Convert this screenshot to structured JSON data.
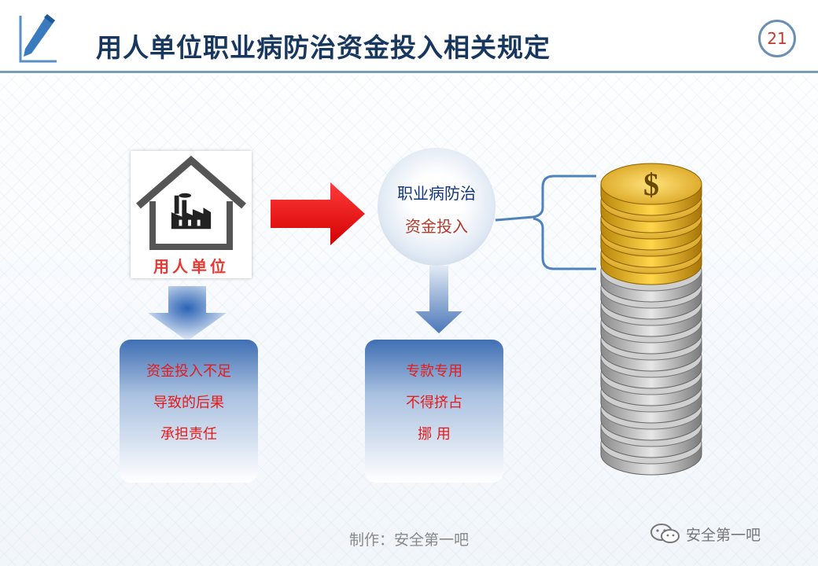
{
  "header": {
    "title": "用人单位职业病防治资金投入相关规定",
    "page_number": "21"
  },
  "employer": {
    "label": "用人单位"
  },
  "fund_bubble": {
    "line1": "职业病防治",
    "line2": "资金投入"
  },
  "left_box": {
    "lines": [
      "资金投入不足",
      "导致的后果",
      "承担责任"
    ]
  },
  "right_box": {
    "lines": [
      "专款专用",
      "不得挤占",
      "挪  用"
    ]
  },
  "coins": {
    "symbol": "$"
  },
  "footer": {
    "credit": "制作：安全第一吧",
    "watermark": "安全第一吧"
  }
}
